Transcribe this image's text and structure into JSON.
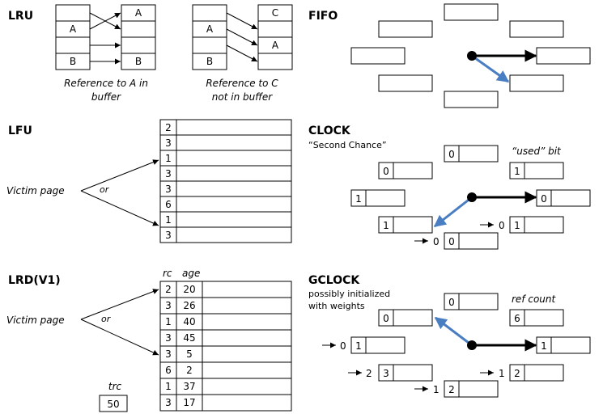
{
  "lru": {
    "title": "LRU",
    "left_table": [
      "",
      "A",
      "",
      "B"
    ],
    "left_buffer": [
      "A",
      "",
      "",
      "B"
    ],
    "left_caption": [
      "Reference to A in",
      "buffer"
    ],
    "right_table": [
      "",
      "A",
      "",
      "B"
    ],
    "right_buffer": [
      "C",
      "",
      "A",
      ""
    ],
    "right_caption": [
      "Reference to C",
      "not in buffer"
    ]
  },
  "fifo": {
    "title": "FIFO"
  },
  "lfu": {
    "title": "LFU",
    "victim_label": "Victim page",
    "or_label": "or",
    "counts": [
      "2",
      "3",
      "1",
      "3",
      "3",
      "6",
      "1",
      "3"
    ]
  },
  "clock": {
    "title": "CLOCK",
    "subtitle": "“Second Chance”",
    "used_bit_label": "“used” bit",
    "bits": [
      "0",
      "0",
      "1",
      "1",
      "0",
      "1",
      "1"
    ],
    "reset_values": [
      "0",
      "0"
    ]
  },
  "lrd": {
    "title": "LRD(V1)",
    "victim_label": "Victim page",
    "or_label": "or",
    "rc_header": "rc",
    "age_header": "age",
    "rc": [
      "2",
      "3",
      "1",
      "3",
      "3",
      "6",
      "1",
      "3"
    ],
    "age": [
      "20",
      "26",
      "40",
      "45",
      "5",
      "2",
      "37",
      "17"
    ],
    "trc_label": "trc",
    "trc_value": "50"
  },
  "gclock": {
    "title": "GCLOCK",
    "subtitle_line1": "possibly initialized",
    "subtitle_line2": "with weights",
    "ref_count_label": "ref count",
    "counts": [
      "0",
      "0",
      "6",
      "1",
      "1",
      "3",
      "2",
      "2"
    ],
    "decrement_values": [
      "0",
      "2",
      "1",
      "1"
    ]
  },
  "colors": {
    "pointer_blue": "#4a7ec2",
    "line": "#000000"
  }
}
